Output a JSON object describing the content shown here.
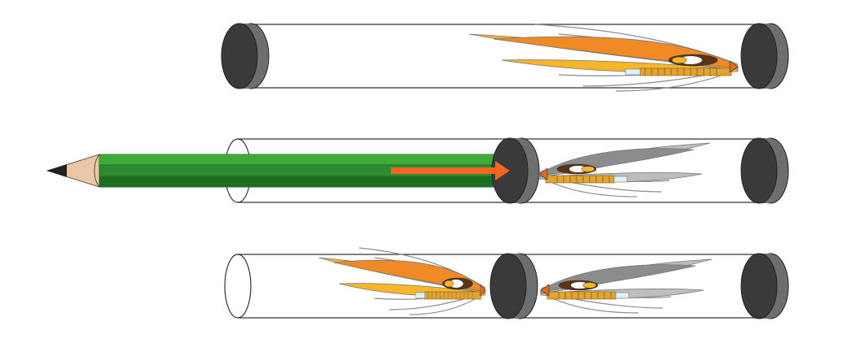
{
  "diagram": {
    "panels": [
      {
        "id": "step-1",
        "description": ""
      },
      {
        "id": "step-2",
        "description": ""
      },
      {
        "id": "step-3",
        "description": ""
      }
    ],
    "colors": {
      "tube_outline": "#333333",
      "plug_dark": "#3a3a3a",
      "plug_rim": "#6e6e6e",
      "wing_orange": "#f08a24",
      "wing_yellow": "#f7b52a",
      "wing_outline": "#777777",
      "grey_wing": "#8c8c8c",
      "grey_light": "#bdbdbd",
      "body_gold": "#e0a530",
      "body_rib": "#8a5a14",
      "tube_blue": "#dff0f7",
      "head_orange": "#e06a1e",
      "eye_white": "#ffffff",
      "eye_brown": "#5a3418",
      "pencil_green_light": "#3daa3a",
      "pencil_green_mid": "#2e8c2e",
      "pencil_green_dark": "#1e6b23",
      "pencil_wood": "#eac7a6",
      "pencil_lead": "#222222",
      "arrow_orange": "#f26522"
    },
    "icons": [
      "tube-icon",
      "end-plug-icon",
      "salmon-fly-icon",
      "pencil-icon",
      "push-arrow-icon"
    ]
  }
}
